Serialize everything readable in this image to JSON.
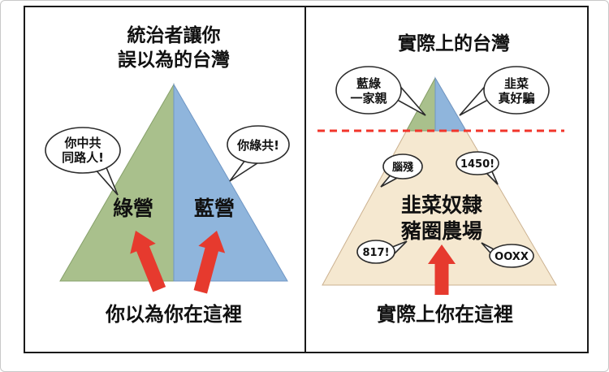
{
  "colors": {
    "green": "#a9c08c",
    "blue": "#8fb5dc",
    "beige": "#f5e8d0",
    "arrow_red": "#e63a2e",
    "dash_red": "#f1352b"
  },
  "left_panel": {
    "title_line1": "統治者讓你",
    "title_line2": "誤以為的台灣",
    "green_camp_label": "綠營",
    "blue_camp_label": "藍營",
    "left_bubble_line1": "你中共",
    "left_bubble_line2": "同路人!",
    "right_bubble": "你綠共!",
    "bottom_text": "你以為你在這裡"
  },
  "right_panel": {
    "title": "實際上的台灣",
    "left_bubble_line1": "藍綠",
    "left_bubble_line2": "一家親",
    "right_bubble_line1": "韭菜",
    "right_bubble_line2": "真好騙",
    "bubble_naocan": "腦殘",
    "bubble_1450": "1450!",
    "bubble_817": "817!",
    "bubble_ooxx": "OOXX",
    "farm_line1": "韭菜奴隸",
    "farm_line2": "豬圈農場",
    "bottom_text": "實際上你在這裡"
  }
}
